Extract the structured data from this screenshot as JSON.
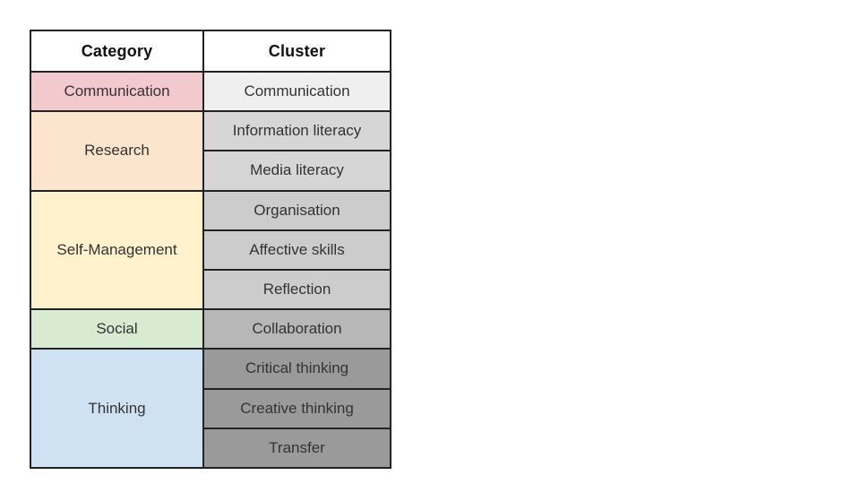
{
  "page": {
    "background": "#ffffff"
  },
  "table": {
    "border_color": "#222222",
    "header": {
      "category": "Category",
      "cluster": "Cluster",
      "background": "#ffffff"
    },
    "groups": [
      {
        "category": "Communication",
        "color": "#f2c9cc",
        "clusters": [
          {
            "label": "Communication",
            "color": "#efefef"
          }
        ]
      },
      {
        "category": "Research",
        "color": "#fce5cd",
        "clusters": [
          {
            "label": "Information literacy",
            "color": "#d6d6d6"
          },
          {
            "label": "Media literacy",
            "color": "#d6d6d6"
          }
        ]
      },
      {
        "category": "Self-Management",
        "color": "#fff2cc",
        "clusters": [
          {
            "label": "Organisation",
            "color": "#cccccc"
          },
          {
            "label": "Affective skills",
            "color": "#cccccc"
          },
          {
            "label": "Reflection",
            "color": "#cccccc"
          }
        ]
      },
      {
        "category": "Social",
        "color": "#d9ead3",
        "clusters": [
          {
            "label": "Collaboration",
            "color": "#b7b7b7"
          }
        ]
      },
      {
        "category": "Thinking",
        "color": "#cfe2f3",
        "clusters": [
          {
            "label": "Critical thinking",
            "color": "#9a9a9a"
          },
          {
            "label": "Creative thinking",
            "color": "#9a9a9a"
          },
          {
            "label": "Transfer",
            "color": "#9a9a9a"
          }
        ]
      }
    ]
  }
}
